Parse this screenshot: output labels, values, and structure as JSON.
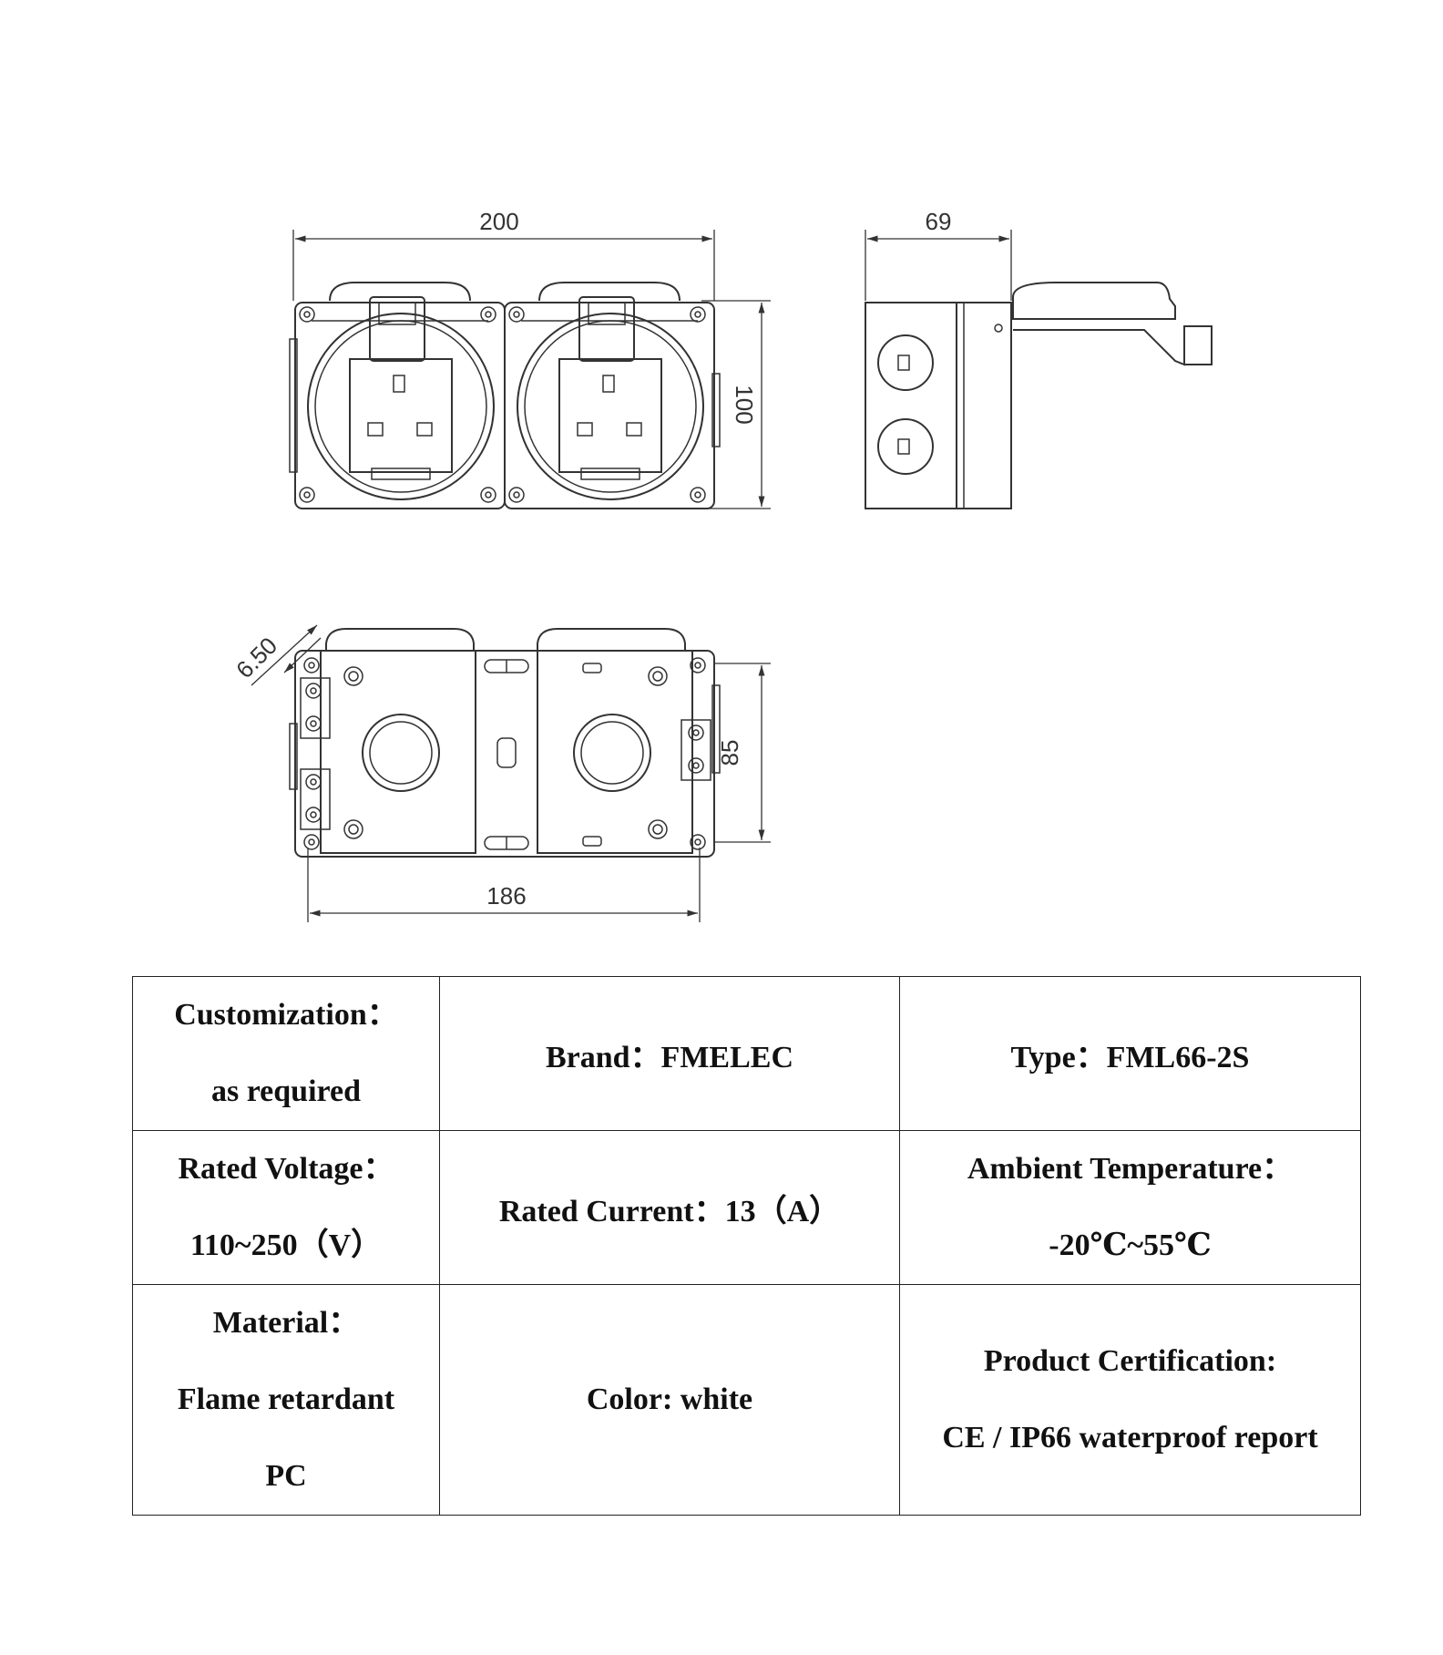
{
  "drawing": {
    "dimensions": {
      "front_width": "200",
      "front_height": "100",
      "side_depth": "69",
      "back_offset": "6.50",
      "back_height": "85",
      "back_width": "186"
    }
  },
  "spec_table": {
    "rows": [
      [
        {
          "lines": [
            "Customization：",
            "as required"
          ]
        },
        {
          "lines": [
            "Brand：FMELEC"
          ]
        },
        {
          "lines": [
            "Type：FML66-2S"
          ]
        }
      ],
      [
        {
          "lines": [
            "Rated Voltage：",
            "110~250（V）"
          ]
        },
        {
          "lines": [
            "Rated Current：13（A）"
          ]
        },
        {
          "lines": [
            "Ambient Temperature：",
            "-20℃~55℃"
          ]
        }
      ],
      [
        {
          "lines": [
            "Material：",
            "Flame retardant",
            "PC"
          ]
        },
        {
          "lines": [
            "Color: white"
          ]
        },
        {
          "lines": [
            "Product Certification:",
            "CE / IP66 waterproof report"
          ]
        }
      ]
    ]
  }
}
